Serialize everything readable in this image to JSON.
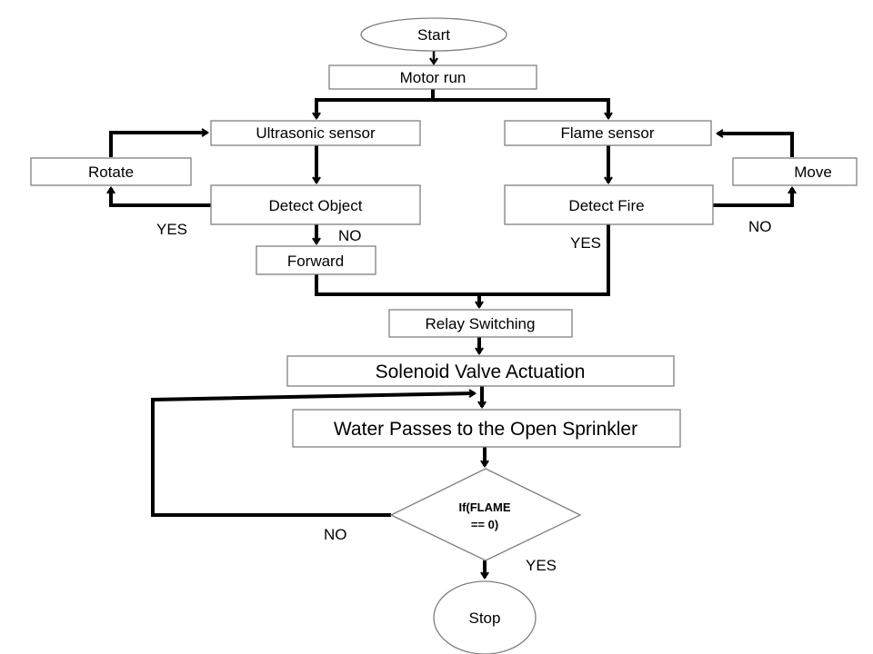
{
  "nodes": {
    "start": "Start",
    "motor_run": "Motor run",
    "ultrasonic": "Ultrasonic sensor",
    "flame": "Flame sensor",
    "rotate": "Rotate",
    "move": "Move",
    "detect_object": "Detect Object",
    "detect_fire": "Detect Fire",
    "forward": "Forward",
    "relay": "Relay Switching",
    "solenoid": "Solenoid Valve Actuation",
    "water": "Water Passes to the Open Sprinkler",
    "decision_line1": "If(FLAME",
    "decision_line2": "== 0)",
    "stop": "Stop"
  },
  "edge_labels": {
    "object_yes": "YES",
    "object_no": "NO",
    "fire_yes": "YES",
    "fire_no": "NO",
    "decision_no": "NO",
    "decision_yes": "YES"
  }
}
